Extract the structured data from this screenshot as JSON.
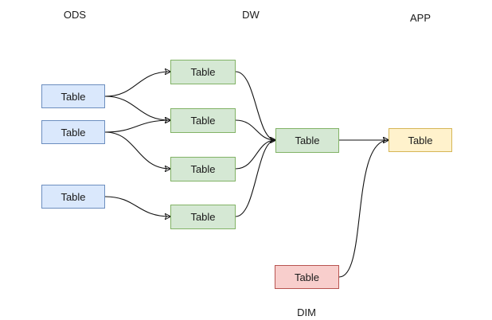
{
  "layer_labels": {
    "ods": "ODS",
    "dw": "DW",
    "app": "APP",
    "dim": "DIM"
  },
  "colors": {
    "ods_fill": "#dae8fc",
    "ods_border": "#6c8ebf",
    "dw_fill": "#d5e8d4",
    "dw_border": "#82b366",
    "app_fill": "#fff2cc",
    "app_border": "#d6b656",
    "dim_fill": "#f8cecc",
    "dim_border": "#b85450",
    "edge": "#111111"
  },
  "nodes": {
    "ods_1": "Table",
    "ods_2": "Table",
    "ods_3": "Table",
    "dw_1": "Table",
    "dw_2": "Table",
    "dw_3": "Table",
    "dw_4": "Table",
    "dw_agg": "Table",
    "app": "Table",
    "dim": "Table"
  }
}
